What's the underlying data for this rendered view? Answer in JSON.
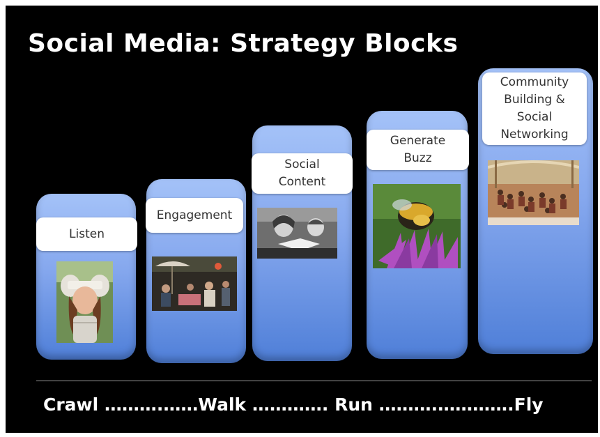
{
  "slide": {
    "title": "Social Media:  Strategy Blocks",
    "progression": "Crawl ……….……Walk …………. Run ……….………….Fly"
  },
  "blocks": [
    {
      "label": "Listen",
      "photo_subject": "girl-wearing-listening-ears"
    },
    {
      "label": "Engagement",
      "photo_subject": "people-at-outdoor-cafe"
    },
    {
      "label": "Social\nContent",
      "photo_subject": "adult-reading-book-with-child"
    },
    {
      "label": "Generate\nBuzz",
      "photo_subject": "bee-on-thistle-flower"
    },
    {
      "label": "Community\nBuilding &\nSocial\nNetworking",
      "photo_subject": "crowd-in-plaza"
    }
  ],
  "colors": {
    "background": "#000000",
    "block_top": "#a4c2f8",
    "block_bottom": "#4f7fd8",
    "label_box": "#ffffff",
    "title_text": "#ffffff"
  }
}
